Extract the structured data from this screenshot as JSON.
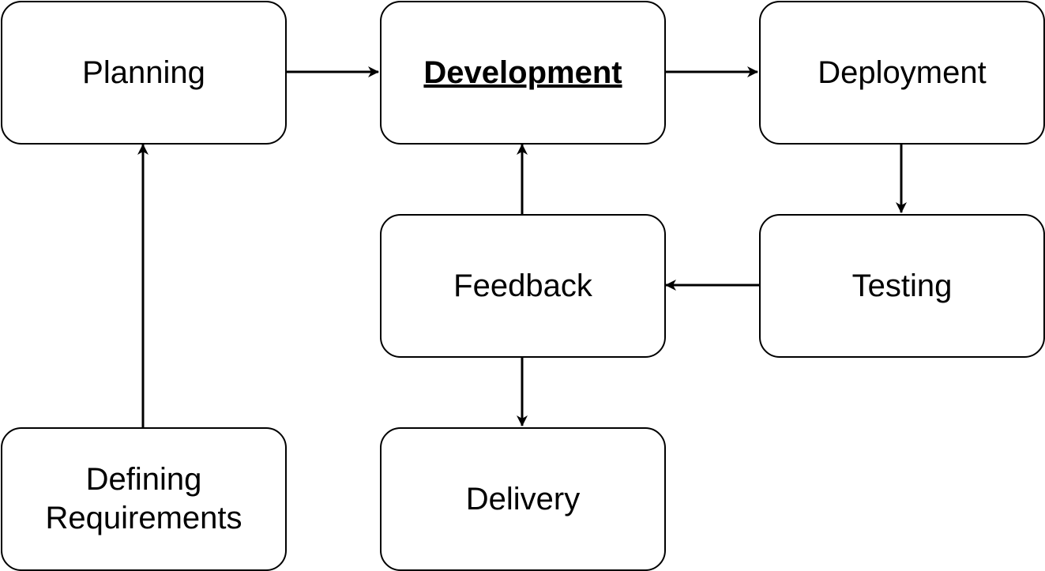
{
  "nodes": {
    "planning": "Planning",
    "development": "Development",
    "deployment": "Deployment",
    "testing": "Testing",
    "feedback": "Feedback",
    "delivery": "Delivery",
    "defining_requirements": "Defining\nRequirements"
  },
  "edges": [
    {
      "from": "Defining Requirements",
      "to": "Planning"
    },
    {
      "from": "Planning",
      "to": "Development"
    },
    {
      "from": "Development",
      "to": "Deployment"
    },
    {
      "from": "Deployment",
      "to": "Testing"
    },
    {
      "from": "Testing",
      "to": "Feedback"
    },
    {
      "from": "Feedback",
      "to": "Development"
    },
    {
      "from": "Feedback",
      "to": "Delivery"
    }
  ],
  "colors": {
    "stroke": "#000000",
    "fill": "#ffffff",
    "text": "#000000"
  }
}
